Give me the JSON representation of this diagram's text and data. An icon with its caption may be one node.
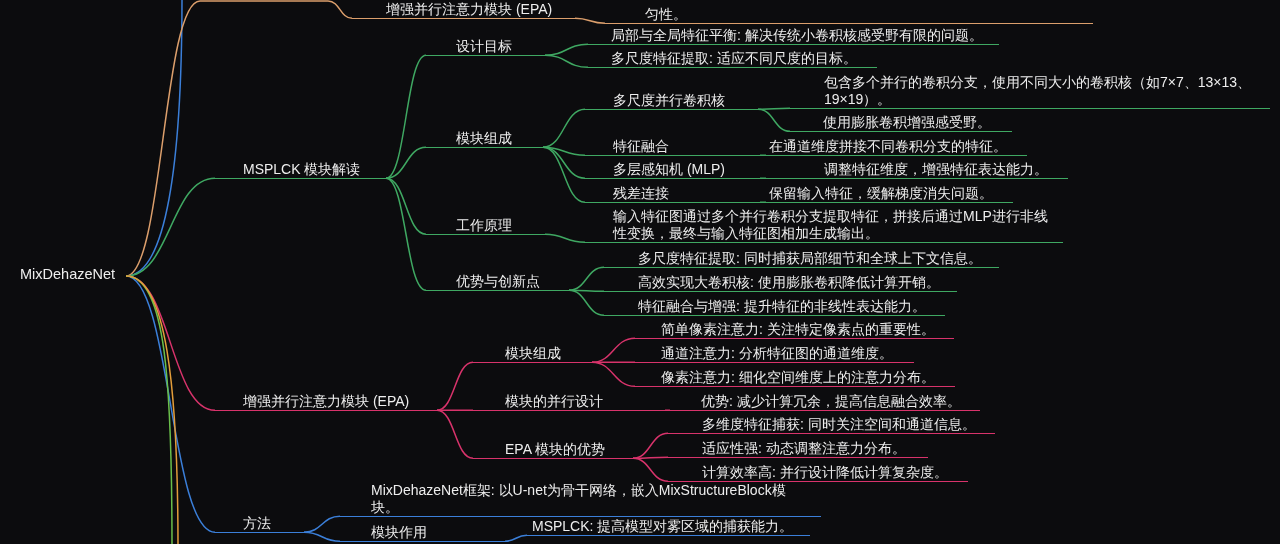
{
  "diagram": {
    "nodes": [
      {
        "text": [
          "MixDehazeNet"
        ]
      },
      {
        "text": [
          "增强并行注意力模块 (EPA)"
        ]
      },
      {
        "text": [
          "匀性。"
        ]
      },
      {
        "text": [
          "MSPLCK 模块解读"
        ]
      },
      {
        "text": [
          "设计目标"
        ]
      },
      {
        "text": [
          "局部与全局特征平衡: 解决传统小卷积核感受野有限的问题。"
        ]
      },
      {
        "text": [
          "多尺度特征提取: 适应不同尺度的目标。"
        ]
      },
      {
        "text": [
          "模块组成"
        ]
      },
      {
        "text": [
          "多尺度并行卷积核"
        ]
      },
      {
        "text": [
          "包含多个并行的卷积分支，使用不同大小的卷积核（如7×7、13×13、19×19）。"
        ]
      },
      {
        "text": [
          "使用膨胀卷积增强感受野。"
        ]
      },
      {
        "text": [
          "特征融合"
        ]
      },
      {
        "text": [
          "在通道维度拼接不同卷积分支的特征。"
        ]
      },
      {
        "text": [
          "多层感知机 (MLP)"
        ]
      },
      {
        "text": [
          "调整特征维度，增强特征表达能力。"
        ]
      },
      {
        "text": [
          "残差连接"
        ]
      },
      {
        "text": [
          "保留输入特征，缓解梯度消失问题。"
        ]
      },
      {
        "text": [
          "工作原理"
        ]
      },
      {
        "text": [
          "输入特征图通过多个并行卷积分支提取特征，拼接后通过MLP进行非线性变换，最终与输入特征图相加生成输出。"
        ]
      },
      {
        "text": [
          "优势与创新点"
        ]
      },
      {
        "text": [
          "多尺度特征提取: 同时捕获局部细节和全球上下文信息。"
        ]
      },
      {
        "text": [
          "高效实现大卷积核: 使用膨胀卷积降低计算开销。"
        ]
      },
      {
        "text": [
          "特征融合与增强: 提升特征的非线性表达能力。"
        ]
      },
      {
        "text": [
          "增强并行注意力模块 (EPA)"
        ]
      },
      {
        "text": [
          "模块组成"
        ]
      },
      {
        "text": [
          "简单像素注意力: 关注特定像素点的重要性。"
        ]
      },
      {
        "text": [
          "通道注意力: 分析特征图的通道维度。"
        ]
      },
      {
        "text": [
          "像素注意力: 细化空间维度上的注意力分布。"
        ]
      },
      {
        "text": [
          "模块的并行设计"
        ]
      },
      {
        "text": [
          "优势: 减少计算冗余，提高信息融合效率。"
        ]
      },
      {
        "text": [
          "EPA 模块的优势"
        ]
      },
      {
        "text": [
          "多维度特征捕获: 同时关注空间和通道信息。"
        ]
      },
      {
        "text": [
          "适应性强: 动态调整注意力分布。"
        ]
      },
      {
        "text": [
          "计算效率高: 并行设计降低计算复杂度。"
        ]
      },
      {
        "text": [
          "方法"
        ]
      },
      {
        "text": [
          "MixDehazeNet框架: 以U-net为骨干网络，嵌入MixStructureBlock模块。"
        ]
      },
      {
        "text": [
          "模块作用"
        ]
      },
      {
        "text": [
          "MSPLCK: 提高模型对雾区域的捕获能力。"
        ]
      }
    ],
    "edges": [
      {
        "from": 0,
        "to": null,
        "arrow": "none",
        "color": "#3b7fd9"
      },
      {
        "from": 0,
        "to": 1,
        "arrow": "none",
        "color": "#dc9f6c"
      },
      {
        "from": 1,
        "to": 2,
        "arrow": "none",
        "color": "#dc9f6c"
      },
      {
        "from": 0,
        "to": 3,
        "arrow": "none"
      },
      {
        "from": 3,
        "to": 4,
        "arrow": "none"
      },
      {
        "from": 4,
        "to": 5,
        "arrow": "none"
      },
      {
        "from": 4,
        "to": 6,
        "arrow": "none"
      },
      {
        "from": 3,
        "to": 7,
        "arrow": "none"
      },
      {
        "from": 7,
        "to": 8,
        "arrow": "none"
      },
      {
        "from": 8,
        "to": 9,
        "arrow": "none"
      },
      {
        "from": 8,
        "to": 10,
        "arrow": "none"
      },
      {
        "from": 7,
        "to": 11,
        "arrow": "none"
      },
      {
        "from": 11,
        "to": 12,
        "arrow": "none"
      },
      {
        "from": 7,
        "to": 13,
        "arrow": "none"
      },
      {
        "from": 13,
        "to": 14,
        "arrow": "none"
      },
      {
        "from": 7,
        "to": 15,
        "arrow": "none"
      },
      {
        "from": 15,
        "to": 16,
        "arrow": "none"
      },
      {
        "from": 3,
        "to": 17,
        "arrow": "none"
      },
      {
        "from": 17,
        "to": 18,
        "arrow": "none"
      },
      {
        "from": 3,
        "to": 19,
        "arrow": "none"
      },
      {
        "from": 19,
        "to": 20,
        "arrow": "none"
      },
      {
        "from": 19,
        "to": 21,
        "arrow": "none"
      },
      {
        "from": 19,
        "to": 22,
        "arrow": "none"
      },
      {
        "from": 0,
        "to": 23,
        "arrow": "none",
        "color": "#d8336b"
      },
      {
        "from": 23,
        "to": 24,
        "arrow": "none",
        "color": "#d8336b"
      },
      {
        "from": 24,
        "to": 25,
        "arrow": "none",
        "color": "#d8336b"
      },
      {
        "from": 24,
        "to": 26,
        "arrow": "none",
        "color": "#d8336b"
      },
      {
        "from": 24,
        "to": 27,
        "arrow": "none",
        "color": "#d8336b"
      },
      {
        "from": 23,
        "to": 28,
        "arrow": "none",
        "color": "#d8336b"
      },
      {
        "from": 28,
        "to": 29,
        "arrow": "none",
        "color": "#d8336b"
      },
      {
        "from": 23,
        "to": 30,
        "arrow": "none",
        "color": "#d8336b"
      },
      {
        "from": 30,
        "to": 31,
        "arrow": "none",
        "color": "#d8336b"
      },
      {
        "from": 30,
        "to": 32,
        "arrow": "none",
        "color": "#d8336b"
      },
      {
        "from": 30,
        "to": 33,
        "arrow": "none",
        "color": "#d8336b"
      },
      {
        "from": 0,
        "to": 34,
        "arrow": "none",
        "color": "#3b7fd9"
      },
      {
        "from": 34,
        "to": 35,
        "arrow": "none",
        "color": "#3b7fd9"
      },
      {
        "from": 34,
        "to": 36,
        "arrow": "none",
        "color": "#3b7fd9"
      },
      {
        "from": 36,
        "to": 37,
        "arrow": "none",
        "color": "#3b7fd9"
      },
      {
        "from": 0,
        "to": null,
        "arrow": "none",
        "color": "#6abf4b"
      },
      {
        "from": 0,
        "to": null,
        "arrow": "none",
        "color": "#e39d3a"
      }
    ]
  }
}
